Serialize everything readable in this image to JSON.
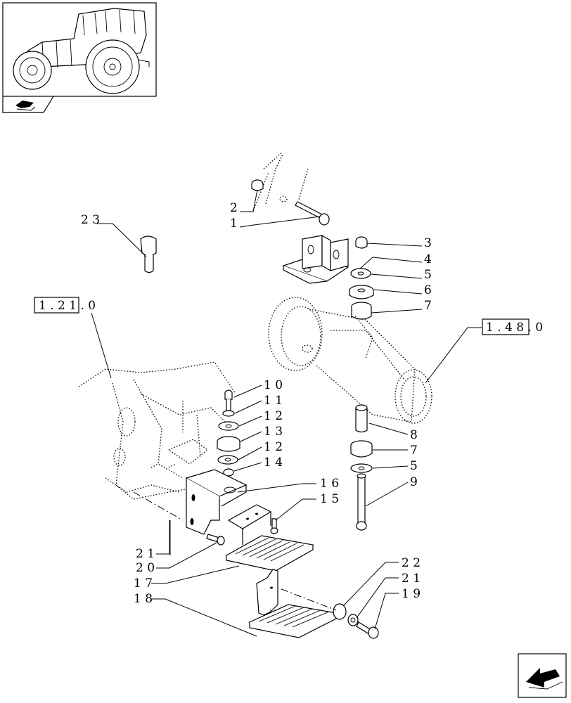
{
  "reference_labels": {
    "ref_left": "1 . 2 1 . 0",
    "ref_right": "1 . 4 8 . 0"
  },
  "callouts": {
    "c1": "1",
    "c2": "2",
    "c3": "3",
    "c4": "4",
    "c5a": "5",
    "c6": "6",
    "c7a": "7",
    "c8": "8",
    "c7b": "7",
    "c5b": "5",
    "c9": "9",
    "c10": "1 0",
    "c11": "1 1",
    "c12a": "1 2",
    "c13": "1 3",
    "c12b": "1 2",
    "c14": "1 4",
    "c15": "1 5",
    "c16": "1 6",
    "c17": "1 7",
    "c18": "1 8",
    "c19": "1 9",
    "c20": "2 0",
    "c21a": "2 1",
    "c21b": "2 1",
    "c22": "2 2",
    "c23": "2 3"
  },
  "icons": {
    "thumbnail": "tractor-thumbnail-icon",
    "bookmark": "book-tab-icon",
    "nav": "next-page-arrow-icon"
  }
}
